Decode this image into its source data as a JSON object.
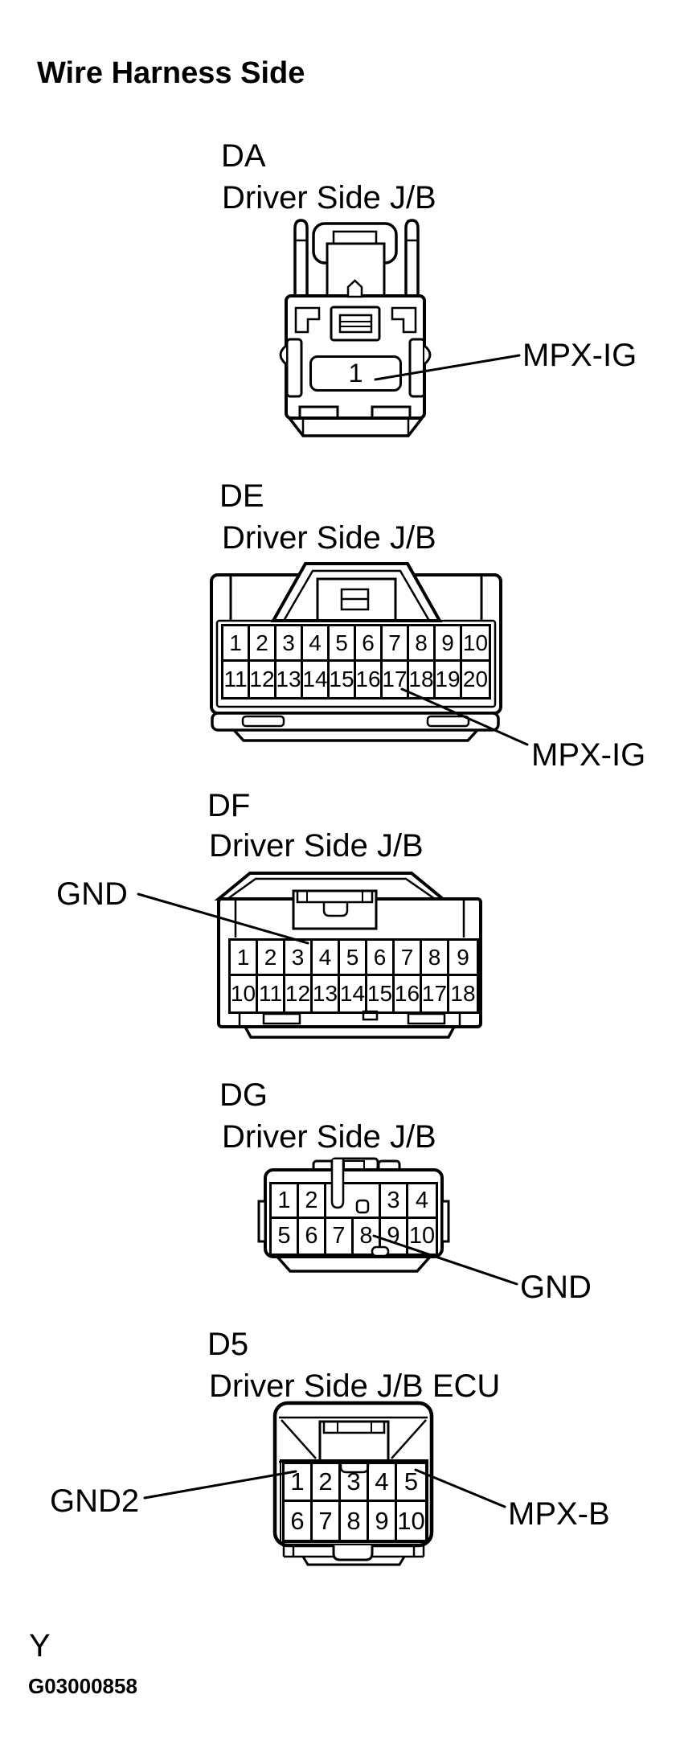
{
  "page": {
    "title": "Wire Harness Side",
    "page_marker": "Y",
    "figure_code": "G03000858"
  },
  "connectors": {
    "da": {
      "code": "DA",
      "location": "Driver Side J/B",
      "pin_label": "1",
      "callout": "MPX-IG"
    },
    "de": {
      "code": "DE",
      "location": "Driver Side J/B",
      "rows": [
        [
          "1",
          "2",
          "3",
          "4",
          "5",
          "6",
          "7",
          "8",
          "9",
          "10"
        ],
        [
          "11",
          "12",
          "13",
          "14",
          "15",
          "16",
          "17",
          "18",
          "19",
          "20"
        ]
      ],
      "callout": "MPX-IG"
    },
    "df": {
      "code": "DF",
      "location": "Driver Side J/B",
      "rows": [
        [
          "1",
          "2",
          "3",
          "4",
          "5",
          "6",
          "7",
          "8",
          "9"
        ],
        [
          "10",
          "11",
          "12",
          "13",
          "14",
          "15",
          "16",
          "17",
          "18"
        ]
      ],
      "callout": "GND"
    },
    "dg": {
      "code": "DG",
      "location": "Driver Side J/B",
      "rows": [
        [
          "1",
          "2",
          "",
          "3",
          "4"
        ],
        [
          "5",
          "6",
          "7",
          "8",
          "9",
          "10"
        ]
      ],
      "callout": "GND"
    },
    "d5": {
      "code": "D5",
      "location": "Driver Side J/B ECU",
      "rows": [
        [
          "1",
          "2",
          "3",
          "4",
          "5"
        ],
        [
          "6",
          "7",
          "8",
          "9",
          "10"
        ]
      ],
      "callout_left": "GND2",
      "callout_right": "MPX-B"
    }
  }
}
